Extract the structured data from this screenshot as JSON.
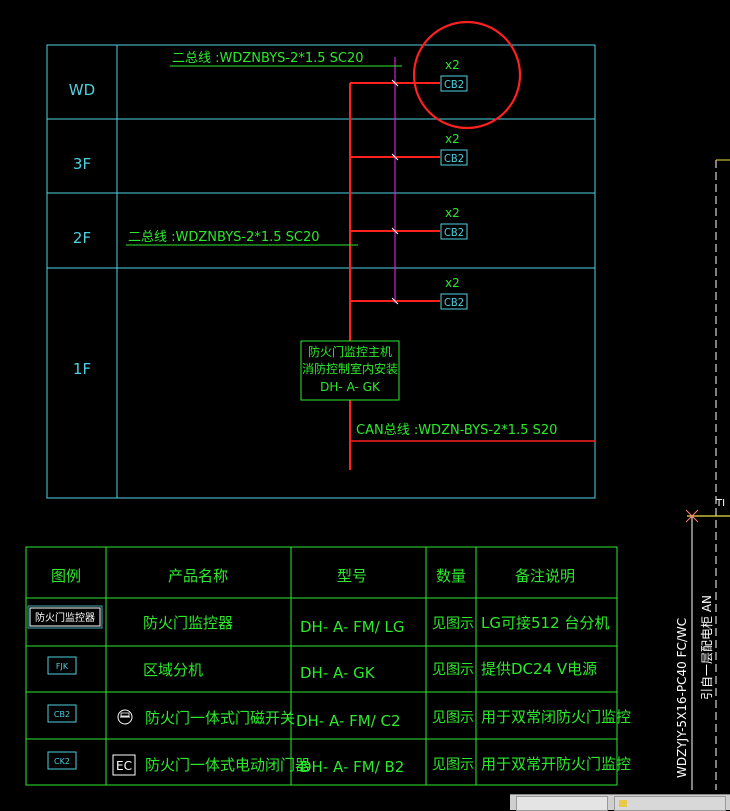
{
  "colors": {
    "cyan": "#4fd0e0",
    "green": "#2ee82e",
    "red": "#ff2020",
    "magenta": "#d020d0",
    "white": "#ffffff",
    "yellow": "#f0e040"
  },
  "floors": [
    "WD",
    "3F",
    "2F",
    "1F"
  ],
  "bus_labels": {
    "top": "二总线 :WDZNBYS-2*1.5  SC20",
    "left": "二总线 :WDZNBYS-2*1.5  SC20",
    "can": "CAN总线 :WDZN-BYS-2*1.5  S20"
  },
  "devices": [
    {
      "count": "x2",
      "label": "CB2"
    },
    {
      "count": "x2",
      "label": "CB2"
    },
    {
      "count": "x2",
      "label": "CB2"
    },
    {
      "count": "x2",
      "label": "CB2"
    }
  ],
  "host": {
    "line1": "防火门监控主机",
    "line2": "消防控制室内安装",
    "line3": "DH- A- GK"
  },
  "legend": {
    "headers": [
      "图例",
      "产品名称",
      "型号",
      "数量",
      "备注说明"
    ],
    "rows": [
      {
        "symbol": "防火门监控器",
        "name": "防火门监控器",
        "model": "DH- A- FM/ LG",
        "qty": "见图示",
        "note": "LG可接512 台分机"
      },
      {
        "symbol": "FJK",
        "name": "区域分机",
        "model": "DH- A- GK",
        "qty": "见图示",
        "note": "提供DC24 V电源"
      },
      {
        "symbol": "CB2",
        "name": "防火门一体式门磁开关",
        "model": "DH- A- FM/ C2",
        "qty": "见图示",
        "note": "用于双常闭防火门监控"
      },
      {
        "symbol": "CK2",
        "name": "防火门一体式电动闭门器",
        "model": "DH- A- FM/ B2",
        "qty": "见图示",
        "note": "用于双常开防火门监控"
      }
    ],
    "symbol_ec": "EC"
  },
  "right_side": {
    "vertical_1": "WDZYJY-5X16-PC40 FC/WC",
    "vertical_2": "引自一层配电柜 AN",
    "tag": "TI"
  }
}
